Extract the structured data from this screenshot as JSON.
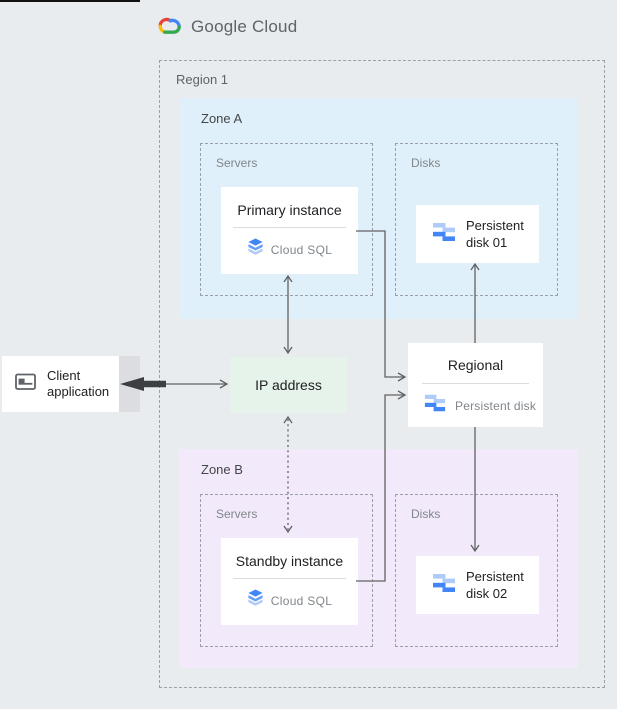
{
  "logo": {
    "text": "Google Cloud"
  },
  "region": {
    "label": "Region 1"
  },
  "zone_a": {
    "label": "Zone A",
    "servers_label": "Servers",
    "disks_label": "Disks",
    "instance": {
      "title": "Primary instance",
      "product": "Cloud SQL"
    },
    "disk": {
      "label": "Persistent disk 01"
    }
  },
  "zone_b": {
    "label": "Zone B",
    "servers_label": "Servers",
    "disks_label": "Disks",
    "instance": {
      "title": "Standby instance",
      "product": "Cloud SQL"
    },
    "disk": {
      "label": "Persistent disk 02"
    }
  },
  "ip": {
    "label": "IP address"
  },
  "regional": {
    "title": "Regional",
    "subtitle": "Persistent disk"
  },
  "client": {
    "label": "Client application"
  },
  "icons": {
    "logo": "google-cloud-logo",
    "instance_product": "cloud-sql-icon",
    "disk": "persistent-disk-icon",
    "client": "client-application-icon"
  },
  "connections": [
    {
      "from": "client-application",
      "to": "ip-address",
      "style": "solid-bidirectional-thick"
    },
    {
      "from": "primary-instance",
      "to": "ip-address",
      "style": "solid-bidirectional"
    },
    {
      "from": "ip-address",
      "to": "standby-instance",
      "style": "dotted-bidirectional"
    },
    {
      "from": "primary-instance",
      "to": "regional-persistent-disk",
      "style": "solid"
    },
    {
      "from": "standby-instance",
      "to": "regional-persistent-disk",
      "style": "solid"
    },
    {
      "from": "regional-persistent-disk",
      "to": "persistent-disk-01",
      "style": "solid"
    },
    {
      "from": "regional-persistent-disk",
      "to": "persistent-disk-02",
      "style": "solid"
    }
  ],
  "colors": {
    "background": "#E8ECEF",
    "zone_a_fill": "#E0F0FA",
    "zone_b_fill": "#F2EAFA",
    "ip_fill": "#E6F3EA",
    "card_fill": "#FFFFFF",
    "dashed_border": "#9AA0A6",
    "line": "#616161",
    "blue": "#4285F4",
    "light_blue": "#AECBFA",
    "text_primary": "#202124",
    "text_secondary": "#80868B"
  }
}
